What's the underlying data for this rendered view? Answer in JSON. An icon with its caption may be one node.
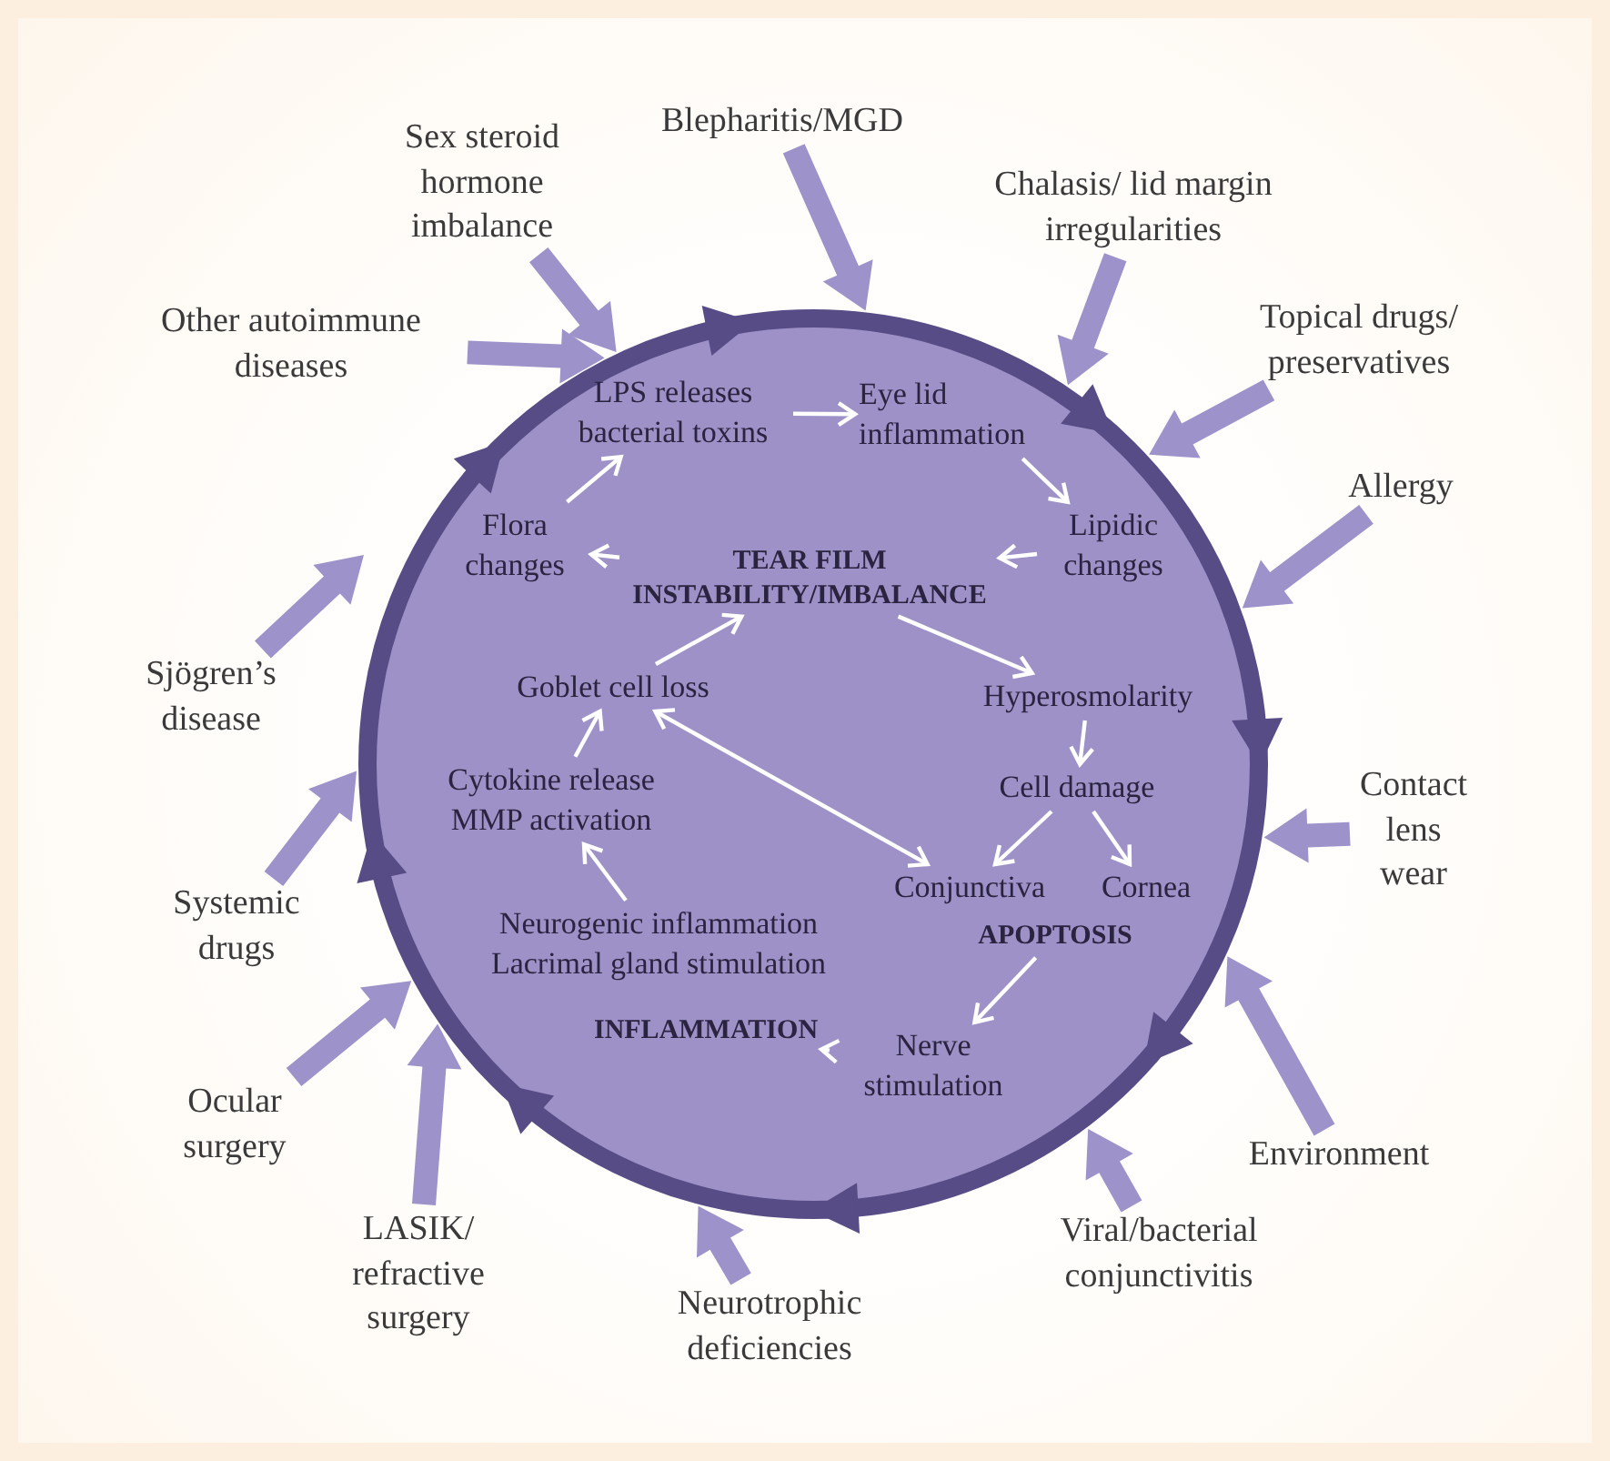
{
  "diagram": {
    "nodes": [
      {
        "text": [],
        "shape": "circle"
      },
      {
        "text": [
          "LPS releases bacterial toxins"
        ],
        "in": 0
      },
      {
        "text": [
          "Eye lid inflammation"
        ],
        "in": 0
      },
      {
        "text": [
          "Lipidic changes"
        ],
        "in": 0
      },
      {
        "text": [
          "TEAR FILM INSTABILITY/IMBALANCE"
        ],
        "in": 0
      },
      {
        "text": [
          "Hyperosmolarity"
        ],
        "in": 0
      },
      {
        "text": [
          "Cell damage"
        ],
        "in": 0
      },
      {
        "text": [
          "Conjunctiva"
        ],
        "in": 0
      },
      {
        "text": [
          "Cornea"
        ],
        "in": 0
      },
      {
        "text": [
          "APOPTOSIS"
        ],
        "in": 0
      },
      {
        "text": [
          "Nerve stimulation"
        ],
        "in": 0
      },
      {
        "text": [
          "INFLAMMATION"
        ],
        "in": 0
      },
      {
        "text": [
          "Neurogenic inflammation Lacrimal gland stimulation"
        ],
        "in": 0
      },
      {
        "text": [
          "Cytokine release MMP activation"
        ],
        "in": 0
      },
      {
        "text": [
          "Goblet cell loss"
        ],
        "in": 0
      },
      {
        "text": [
          "Flora changes"
        ],
        "in": 0
      },
      {
        "text": [
          "Sex steroid hormone imbalance"
        ]
      },
      {
        "text": [
          "Blepharitis/MGD"
        ]
      },
      {
        "text": [
          "Chalasis/ lid margin irregularities"
        ]
      },
      {
        "text": [
          "Topical drugs/ preservatives"
        ]
      },
      {
        "text": [
          "Allergy"
        ]
      },
      {
        "text": [
          "Contact lens wear"
        ]
      },
      {
        "text": [
          "Environment"
        ]
      },
      {
        "text": [
          "Viral/bacterial conjunctivitis"
        ]
      },
      {
        "text": [
          "Neurotrophic deficiencies"
        ]
      },
      {
        "text": [
          "LASIK/ refractive surgery"
        ]
      },
      {
        "text": [
          "Ocular surgery"
        ]
      },
      {
        "text": [
          "Systemic drugs"
        ]
      },
      {
        "text": [
          "Sjögren’s disease"
        ]
      },
      {
        "text": [
          "Other autoimmune diseases"
        ]
      }
    ],
    "edges": [
      {
        "from": 1,
        "to": 2,
        "arrow": "to"
      },
      {
        "from": 2,
        "to": 3,
        "arrow": "to"
      },
      {
        "from": 3,
        "to": 4,
        "arrow": "to"
      },
      {
        "from": 4,
        "to": 5,
        "arrow": "to"
      },
      {
        "from": 5,
        "to": 6,
        "arrow": "to"
      },
      {
        "from": 6,
        "to": 7,
        "arrow": "to"
      },
      {
        "from": 6,
        "to": 8,
        "arrow": "to"
      },
      {
        "from": 9,
        "to": 10,
        "arrow": "to"
      },
      {
        "from": 10,
        "to": 11,
        "arrow": "to"
      },
      {
        "from": 12,
        "to": 13,
        "arrow": "to"
      },
      {
        "from": 13,
        "to": 14,
        "arrow": "to"
      },
      {
        "from": 14,
        "to": 4,
        "arrow": "to"
      },
      {
        "from": 4,
        "to": 15,
        "arrow": "to"
      },
      {
        "from": 15,
        "to": 1,
        "arrow": "to"
      },
      {
        "from": 14,
        "to": 7,
        "arrow": "both"
      },
      {
        "from": 16,
        "to": 0,
        "arrow": "to",
        "style": "thick",
        "color": "#9d92c9"
      },
      {
        "from": 17,
        "to": 0,
        "arrow": "to",
        "style": "thick",
        "color": "#9d92c9"
      },
      {
        "from": 18,
        "to": 0,
        "arrow": "to",
        "style": "thick",
        "color": "#9d92c9"
      },
      {
        "from": 19,
        "to": 0,
        "arrow": "to",
        "style": "thick",
        "color": "#9d92c9"
      },
      {
        "from": 20,
        "to": 0,
        "arrow": "to",
        "style": "thick",
        "color": "#9d92c9"
      },
      {
        "from": 21,
        "to": 0,
        "arrow": "to",
        "style": "thick",
        "color": "#9d92c9"
      },
      {
        "from": 22,
        "to": 0,
        "arrow": "to",
        "style": "thick",
        "color": "#9d92c9"
      },
      {
        "from": 23,
        "to": 0,
        "arrow": "to",
        "style": "thick",
        "color": "#9d92c9"
      },
      {
        "from": 24,
        "to": 0,
        "arrow": "to",
        "style": "thick",
        "color": "#9d92c9"
      },
      {
        "from": 25,
        "to": 0,
        "arrow": "to",
        "style": "thick",
        "color": "#9d92c9"
      },
      {
        "from": 26,
        "to": 0,
        "arrow": "to",
        "style": "thick",
        "color": "#9d92c9"
      },
      {
        "from": 27,
        "to": 0,
        "arrow": "to",
        "style": "thick",
        "color": "#9d92c9"
      },
      {
        "from": 28,
        "to": 0,
        "arrow": "to",
        "style": "thick",
        "color": "#9d92c9"
      },
      {
        "from": 29,
        "to": 0,
        "arrow": "to",
        "style": "thick",
        "color": "#9d92c9"
      }
    ]
  }
}
